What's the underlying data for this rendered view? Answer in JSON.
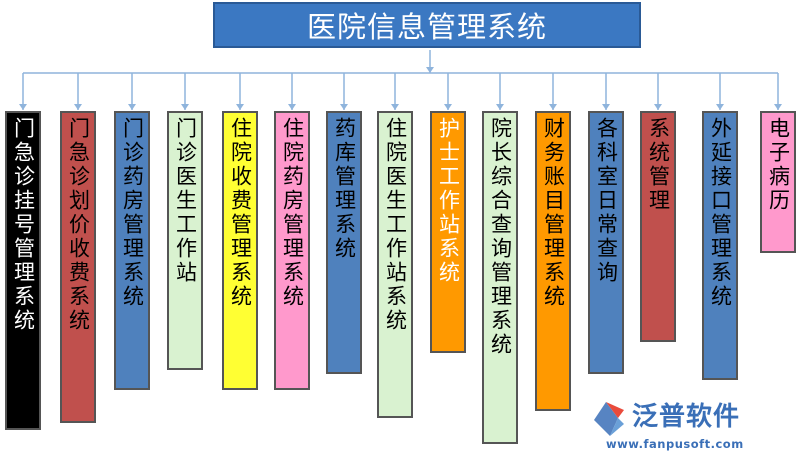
{
  "root": {
    "label": "医院信息管理系统",
    "color": "#3b78c2"
  },
  "modules": [
    {
      "label": "门急诊挂号管理系统",
      "bg": "#000000",
      "fg": "#ffffff"
    },
    {
      "label": "门急诊划价收费系统",
      "bg": "#c0504d",
      "fg": "#000000"
    },
    {
      "label": "门诊药房管理系统",
      "bg": "#4f81bd",
      "fg": "#000000"
    },
    {
      "label": "门诊医生工作站",
      "bg": "#d9f2d0",
      "fg": "#000000"
    },
    {
      "label": "住院收费管理系统",
      "bg": "#ffff33",
      "fg": "#000000"
    },
    {
      "label": "住院药房管理系统",
      "bg": "#ff99cc",
      "fg": "#000000"
    },
    {
      "label": "药库管理系统",
      "bg": "#4f81bd",
      "fg": "#000000"
    },
    {
      "label": "住院医生工作站系统",
      "bg": "#d9f2d0",
      "fg": "#000000"
    },
    {
      "label": "护士工作站系统",
      "bg": "#ff9900",
      "fg": "#ffffff"
    },
    {
      "label": "院长综合查询管理系统",
      "bg": "#d9f2d0",
      "fg": "#000000"
    },
    {
      "label": "财务账目管理系统",
      "bg": "#ff9900",
      "fg": "#000000"
    },
    {
      "label": "各科室日常查询",
      "bg": "#4f81bd",
      "fg": "#000000"
    },
    {
      "label": "系统管理",
      "bg": "#c0504d",
      "fg": "#000000"
    },
    {
      "label": "外延接口管理系统",
      "bg": "#4f81bd",
      "fg": "#000000"
    },
    {
      "label": "电子病历",
      "bg": "#ff99cc",
      "fg": "#000000"
    }
  ],
  "logo": {
    "name": "泛普软件",
    "url": "www.fanpusoft.com",
    "color": "#3a6fb7"
  },
  "connector_color": "#8fb4dc"
}
